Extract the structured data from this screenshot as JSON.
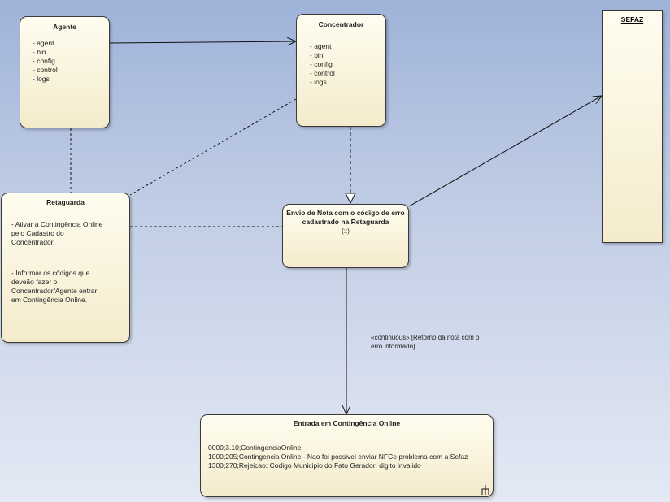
{
  "nodes": {
    "agente": {
      "title": "Agente",
      "items": [
        "- agent",
        "- bin",
        "- config",
        "- control",
        "- logs"
      ]
    },
    "concentrador": {
      "title": "Concentrador",
      "items": [
        "- agent",
        "- bin",
        "- config",
        "- control",
        "- logs"
      ]
    },
    "sefaz": {
      "title": "SEFAZ"
    },
    "retaguarda": {
      "title": "Retaguarda",
      "text1": [
        "- Ativar a Contingência Online",
        "pelo Cadastro do",
        "Concentrador."
      ],
      "text2": [
        "- Informar os códigos que",
        "deveão fazer o",
        "Concentrador/Agente entrar",
        "em Contingência Online."
      ]
    },
    "envio": {
      "title_lines": [
        "Envio de Nota com o código de erro",
        "cadastrado na Retaguarda"
      ],
      "sub": "(::)"
    },
    "entrada": {
      "title": "Entrada em Contingência Online",
      "lines": [
        "0000;3.10;ContingenciaOnline",
        "1000;205;Contingencia Online - Nao foi possivel enviar NFCe problema com a Sefaz",
        "1300;270;Rejeicao: Codigo Municipio do Fato Gerador: digito invalido"
      ]
    }
  },
  "edge_labels": {
    "continuous": [
      "«continuous» [Retorno da nota com o",
      "erro informado]"
    ]
  }
}
